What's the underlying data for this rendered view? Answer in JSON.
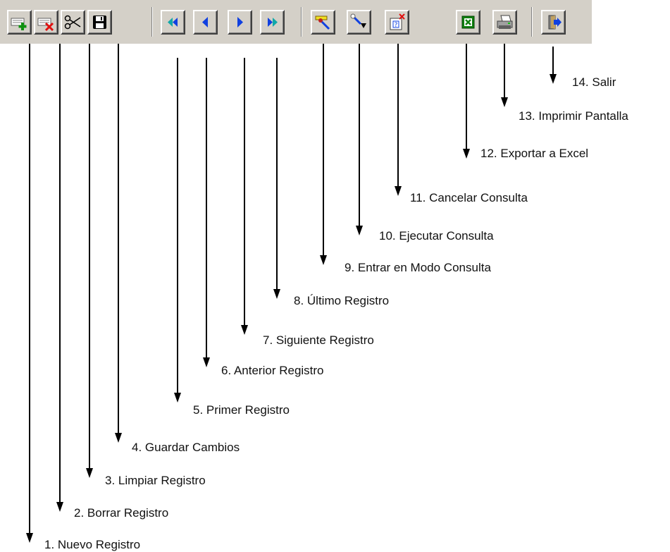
{
  "toolbar": {
    "buttons": [
      {
        "icon": "new-record-icon"
      },
      {
        "icon": "delete-record-icon"
      },
      {
        "icon": "scissors-icon"
      },
      {
        "icon": "floppy-disk-icon"
      },
      {
        "icon": "first-record-icon"
      },
      {
        "icon": "previous-record-icon"
      },
      {
        "icon": "next-record-icon"
      },
      {
        "icon": "last-record-icon"
      },
      {
        "icon": "enter-query-icon"
      },
      {
        "icon": "execute-query-icon"
      },
      {
        "icon": "cancel-query-icon"
      },
      {
        "icon": "excel-icon"
      },
      {
        "icon": "printer-icon"
      },
      {
        "icon": "exit-icon"
      }
    ]
  },
  "labels": [
    "1. Nuevo Registro",
    "2. Borrar Registro",
    "3. Limpiar Registro",
    "4. Guardar Cambios",
    "5. Primer Registro",
    "6. Anterior Registro",
    "7. Siguiente Registro",
    "8. Último Registro",
    "9. Entrar en Modo Consulta",
    "10. Ejecutar Consulta",
    "11. Cancelar Consulta",
    "12. Exportar a Excel",
    "13. Imprimir Pantalla",
    "14. Salir"
  ],
  "colors": {
    "toolbar_face": "#d4d0c8",
    "nav_blue": "#1040e0",
    "nav_cyan": "#10a8a8",
    "delete_red": "#e01010",
    "excel_green": "#108010",
    "arrow": "#000000"
  }
}
